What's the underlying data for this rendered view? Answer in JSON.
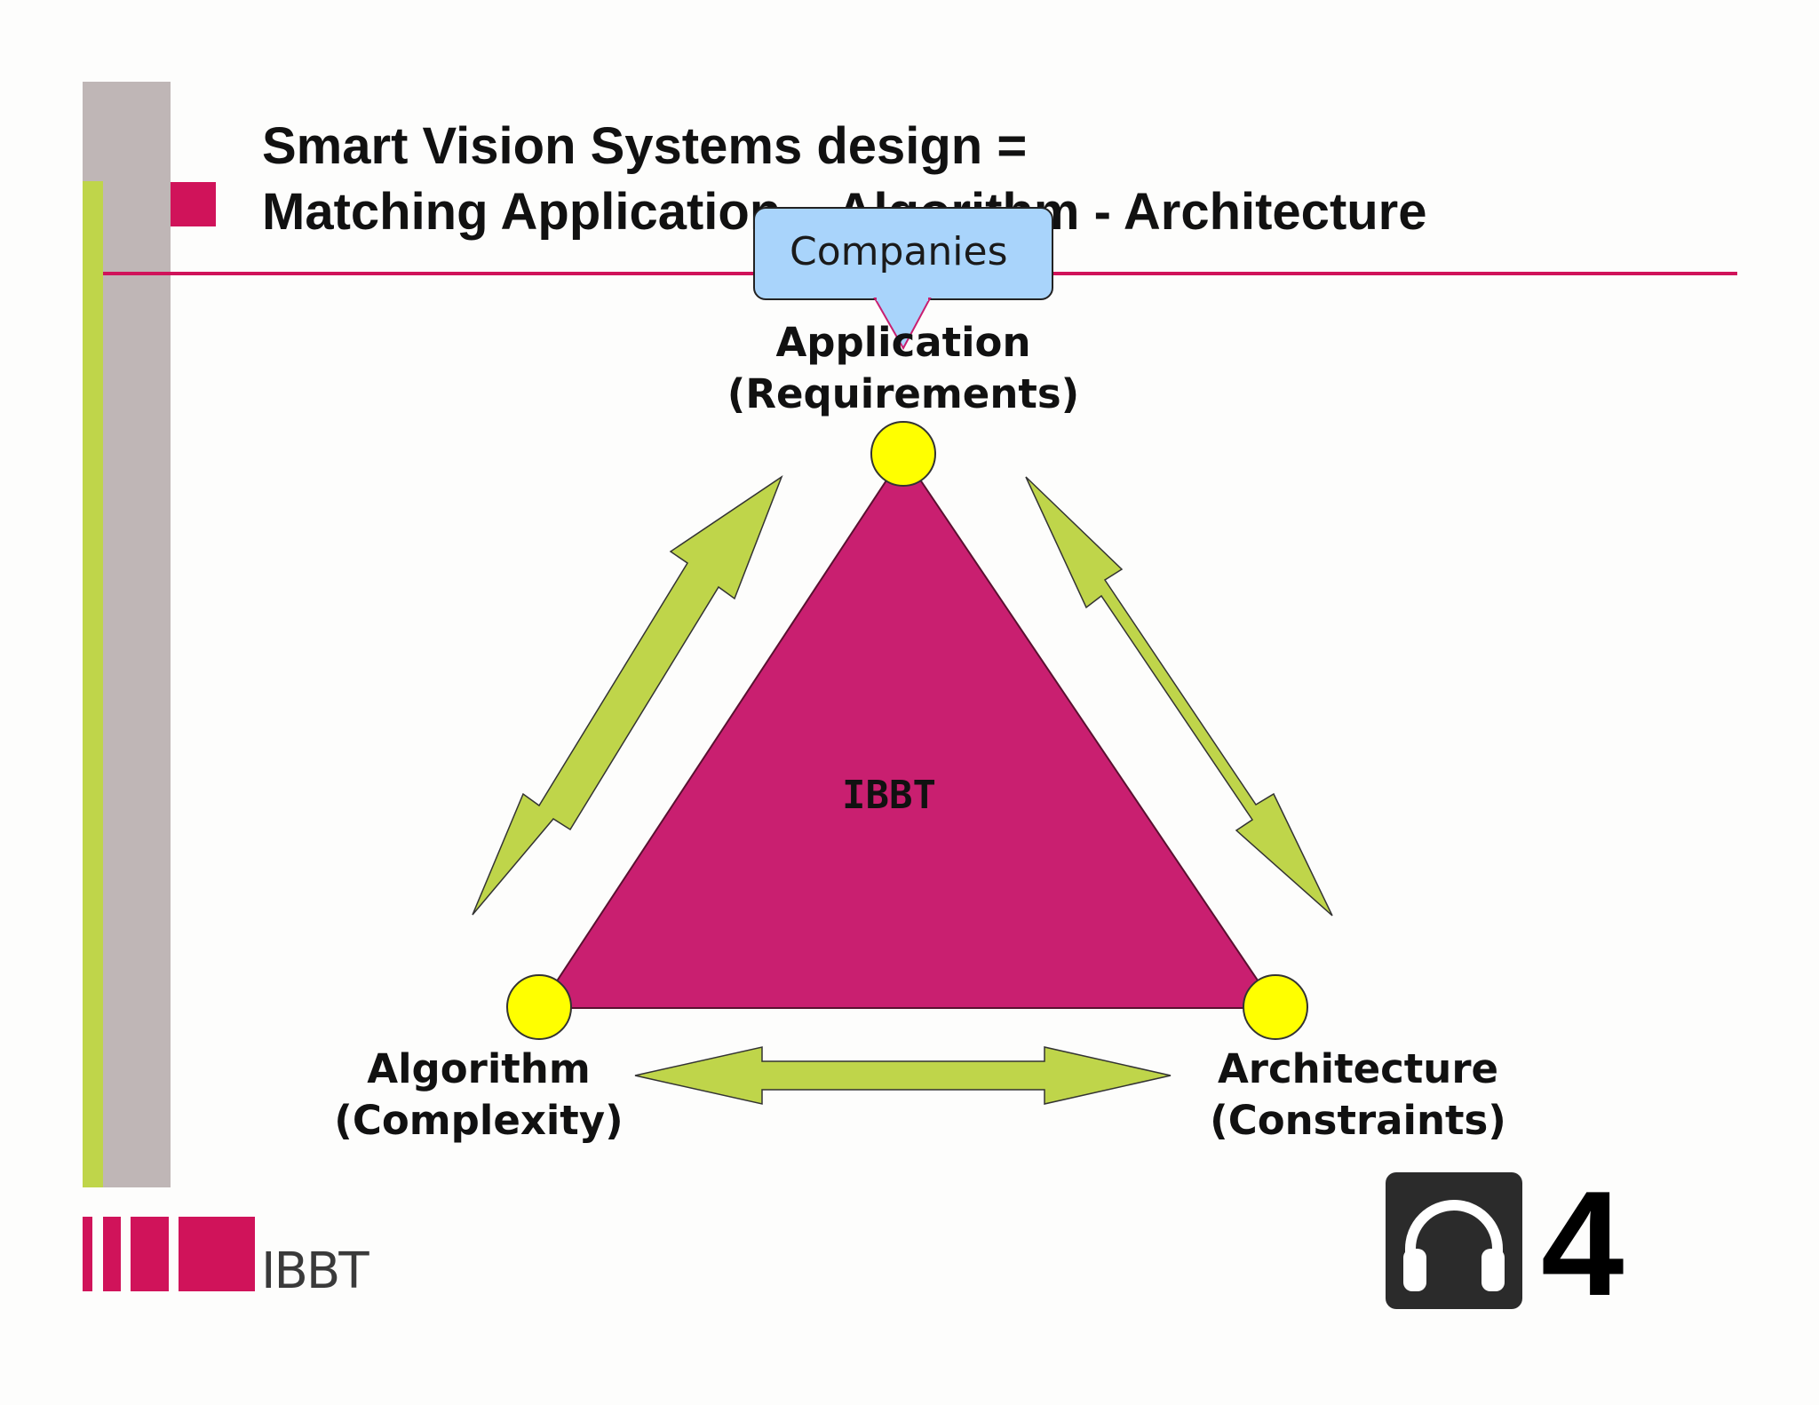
{
  "title": {
    "line1": "Smart Vision Systems design =",
    "line2": "Matching Application – Algorithm - Architecture"
  },
  "diagram": {
    "center_label": "IBBT",
    "nodes": {
      "application": {
        "line1": "Application",
        "line2": "(Requirements)"
      },
      "algorithm": {
        "line1": "Algorithm",
        "line2": "(Complexity)"
      },
      "architecture": {
        "line1": "Architecture",
        "line2": "(Constraints)"
      }
    },
    "callout": "Companies"
  },
  "footer": {
    "logo_text": "IBBT",
    "audio_icon": "headphones-icon",
    "slide_number": "4"
  },
  "colors": {
    "magenta": "#c91f70",
    "accent_pink": "#d0135a",
    "lime": "#bfd54a",
    "gray": "#bfb6b6",
    "yellow": "#ffff00",
    "callout_blue": "#a9d4fb"
  }
}
